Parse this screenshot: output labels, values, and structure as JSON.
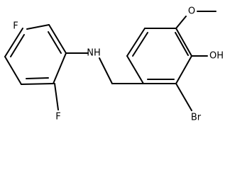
{
  "molecule": {
    "atoms": {
      "fluorine_top": "F",
      "fluorine_bottom": "F",
      "amine": "NH",
      "hydroxyl": "OH",
      "bromine": "Br"
    },
    "colors": {
      "stroke": "#000000",
      "text": "#000000",
      "background": "#ffffff"
    }
  }
}
